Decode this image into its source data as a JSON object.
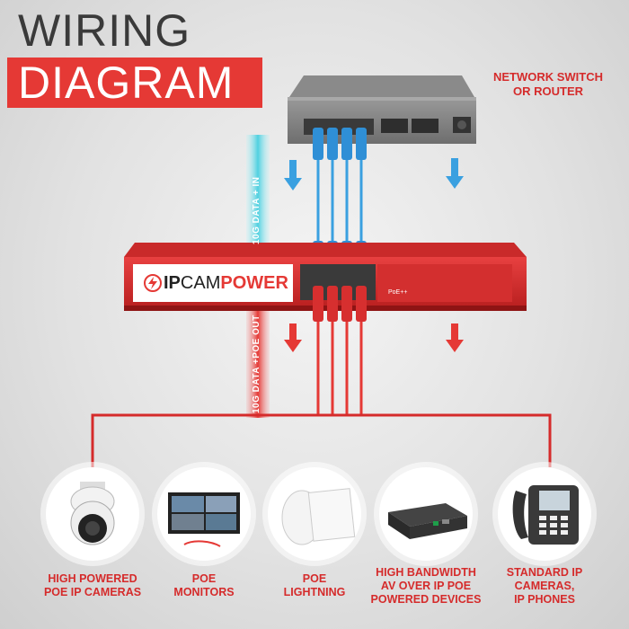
{
  "title": {
    "line1": "WIRING",
    "line2": "DIAGRAM"
  },
  "switch": {
    "label_line1": "NETWORK SWITCH",
    "label_line2": "OR ROUTER"
  },
  "injector": {
    "brand_prefix": "IP",
    "brand_mid": "CAM",
    "brand_suffix": "POWER",
    "small_text": "PoE++"
  },
  "bars": {
    "upper": "10G DATA + IN",
    "lower": "10G DATA +POE OUT"
  },
  "devices": [
    {
      "line1": "HIGH POWERED",
      "line2": "POE IP CAMERAS",
      "line3": "",
      "icon": "ptz-camera-icon"
    },
    {
      "line1": "POE",
      "line2": "MONITORS",
      "line3": "",
      "icon": "monitor-icon"
    },
    {
      "line1": "POE",
      "line2": "LIGHTNING",
      "line3": "",
      "icon": "ceiling-light-icon"
    },
    {
      "line1": "HIGH BANDWIDTH",
      "line2": "AV OVER IP POE",
      "line3": "POWERED DEVICES",
      "icon": "av-device-icon"
    },
    {
      "line1": "STANDARD IP",
      "line2": "CAMERAS,",
      "line3": "IP PHONES",
      "icon": "ip-phone-icon"
    }
  ],
  "colors": {
    "accent_red": "#e53935",
    "label_red": "#d52b2b",
    "cable_blue": "#3aa0e0",
    "bar_cyan": "#4fd0e0",
    "switch_grey": "#7a7a7a"
  }
}
